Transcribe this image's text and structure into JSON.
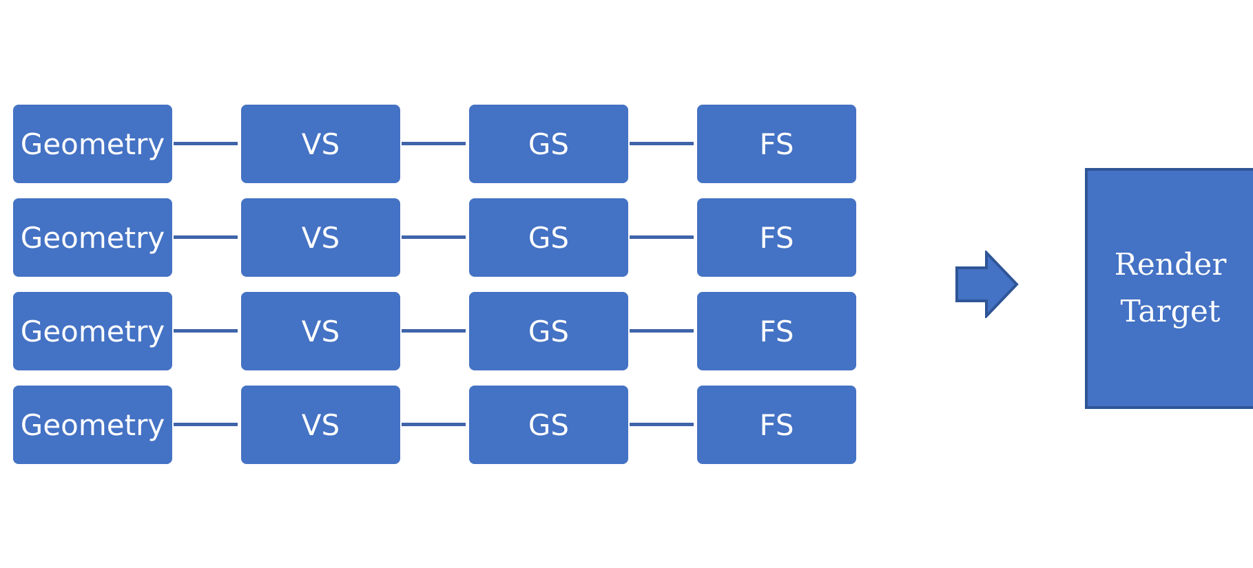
{
  "colors": {
    "box_fill": "#4472c4",
    "box_border": "#2f5597",
    "connector": "#3f64a8",
    "text": "#ffffff"
  },
  "pipelines": [
    {
      "stages": [
        "Geometry",
        "VS",
        "GS",
        "FS"
      ]
    },
    {
      "stages": [
        "Geometry",
        "VS",
        "GS",
        "FS"
      ]
    },
    {
      "stages": [
        "Geometry",
        "VS",
        "GS",
        "FS"
      ]
    },
    {
      "stages": [
        "Geometry",
        "VS",
        "GS",
        "FS"
      ]
    }
  ],
  "arrow_icon": "right-arrow-icon",
  "render_target": {
    "line1": "Render",
    "line2": "Target"
  }
}
